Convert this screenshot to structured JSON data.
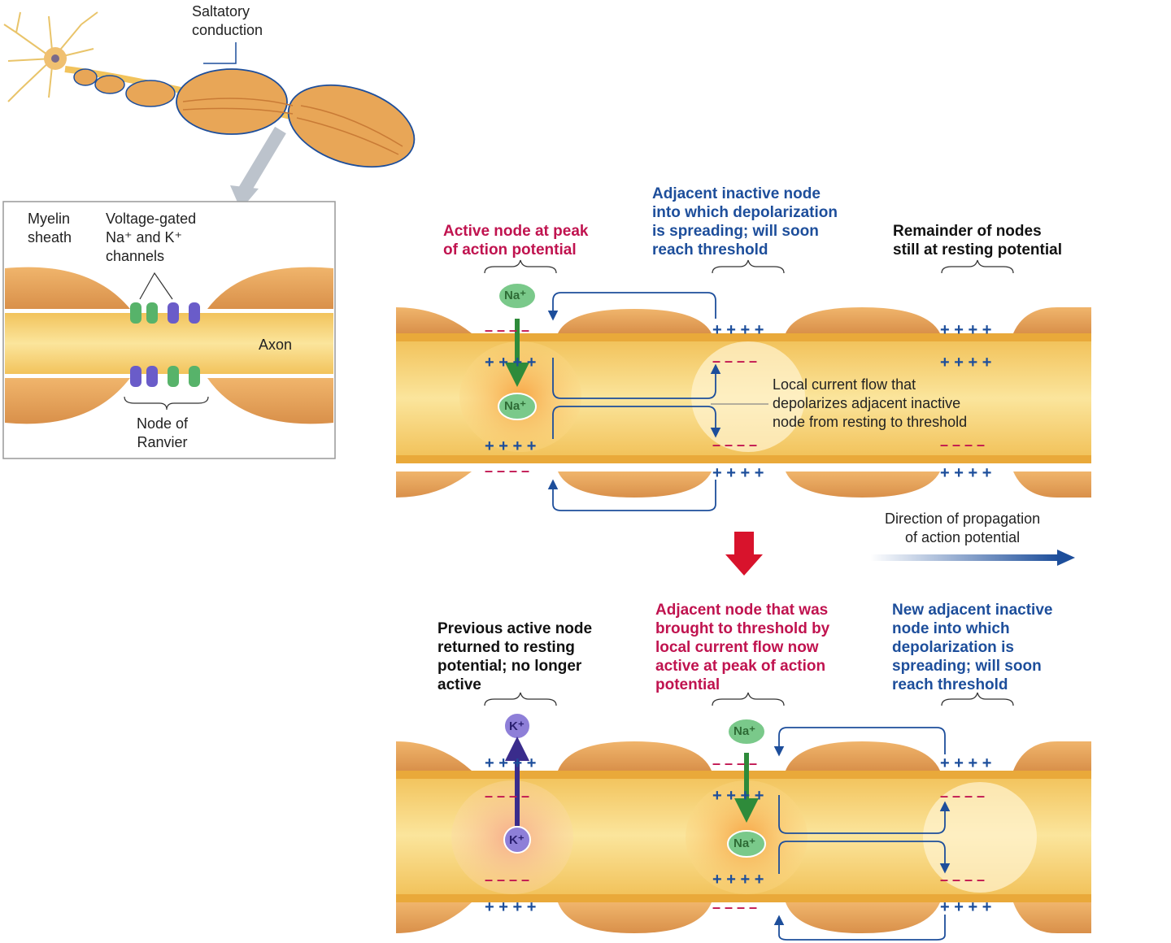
{
  "overview": {
    "label": "Saltatory\nconduction"
  },
  "inset": {
    "myelin_label": "Myelin\nsheath",
    "channels_label": "Voltage-gated\nNa⁺ and K⁺\nchannels",
    "axon_label": "Axon",
    "node_label": "Node of\nRanvier"
  },
  "top_panel": {
    "active_node": "Active node at peak\nof action potential",
    "adjacent_inactive": "Adjacent inactive node\ninto which depolarization\nis spreading; will soon\nreach threshold",
    "remainder": "Remainder of nodes\nstill at resting potential",
    "local_current": "Local current flow that\ndepolarizes adjacent inactive\nnode from resting to threshold",
    "ion_in": "Na⁺",
    "ion_out": "Na⁺"
  },
  "propagation": {
    "label": "Direction of propagation\nof action potential"
  },
  "bottom_panel": {
    "previous_node": "Previous active node\nreturned to resting\npotential; no longer\nactive",
    "adjacent_now_active": "Adjacent node that was\nbrought to threshold by\nlocal current flow now\nactive at peak of action\npotential",
    "new_adjacent": "New adjacent inactive\nnode into which\ndepolarization is\nspreading; will soon\nreach threshold",
    "k_out": "K⁺",
    "k_in": "K⁺",
    "na_in": "Na⁺",
    "na_out": "Na⁺"
  },
  "charges": {
    "plus": "+ + + +",
    "minus": "– – – –"
  },
  "colors": {
    "myelin": "#e8a657",
    "axon": "#f6d87e",
    "current_arrow": "#1d4e9b",
    "sodium": "#2e8b3a",
    "potassium": "#3a2c8c",
    "pink_text": "#c0134f",
    "red_arrow": "#d8132c"
  }
}
